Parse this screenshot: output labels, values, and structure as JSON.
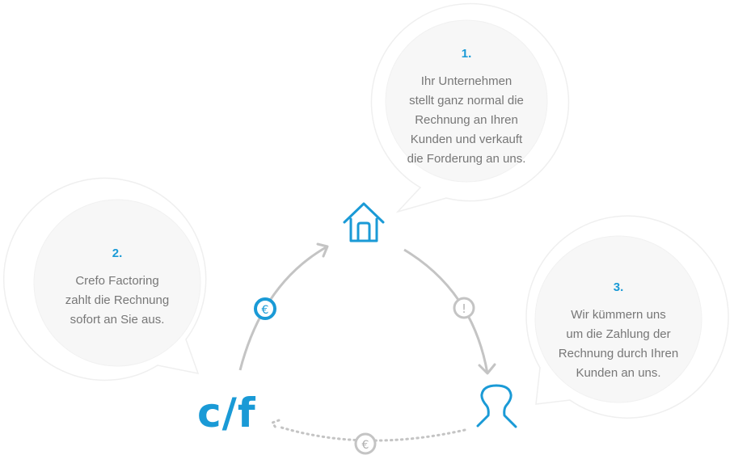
{
  "colors": {
    "accent": "#1a9ad6",
    "arrow_gray": "#c4c4c4",
    "bubble_fill": "#f7f7f7",
    "bubble_outline": "#ececec",
    "text": "#777777"
  },
  "steps": [
    {
      "number": "1.",
      "lines": [
        "Ihr Unternehmen",
        "stellt ganz normal die",
        "Rechnung an Ihren",
        "Kunden und verkauft",
        "die Forderung an uns."
      ]
    },
    {
      "number": "2.",
      "lines": [
        "Crefo Factoring",
        "zahlt die Rechnung",
        "sofort an Sie aus."
      ]
    },
    {
      "number": "3.",
      "lines": [
        "Wir kümmern uns",
        "um die Zahlung der",
        "Rechnung durch Ihren",
        "Kunden an uns."
      ]
    }
  ],
  "nodes": {
    "company": {
      "icon": "house-icon"
    },
    "customer": {
      "icon": "person-icon"
    },
    "factor": {
      "logo_text": "c/f"
    }
  },
  "badges": {
    "payout": "€",
    "invoice": "!",
    "payment": "€"
  }
}
